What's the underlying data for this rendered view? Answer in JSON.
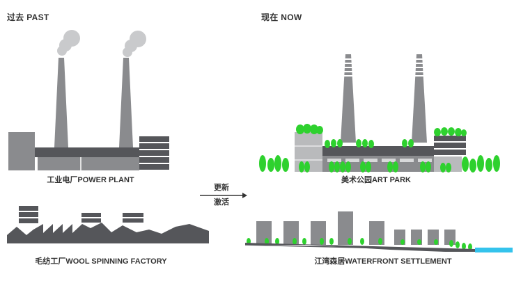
{
  "headings": {
    "past": "过去 PAST",
    "now": "现在 NOW"
  },
  "labels": {
    "power_plant": "工业电厂POWER PLANT",
    "wool_factory": "毛纺工厂WOOL SPINNING FACTORY",
    "art_park": "美术公园ART PARK",
    "waterfront": "江湾森居WATERFRONT SETTLEMENT"
  },
  "arrow": {
    "line1": "更新",
    "line2": "激活"
  },
  "colors": {
    "dark_gray": "#55565a",
    "mid_gray": "#8a8b8e",
    "light_gray": "#b9babc",
    "smoke": "#c9cacc",
    "green": "#2ed12e",
    "water": "#34c3ec",
    "text": "#333333"
  },
  "icons": [
    "arrow-right-icon"
  ]
}
